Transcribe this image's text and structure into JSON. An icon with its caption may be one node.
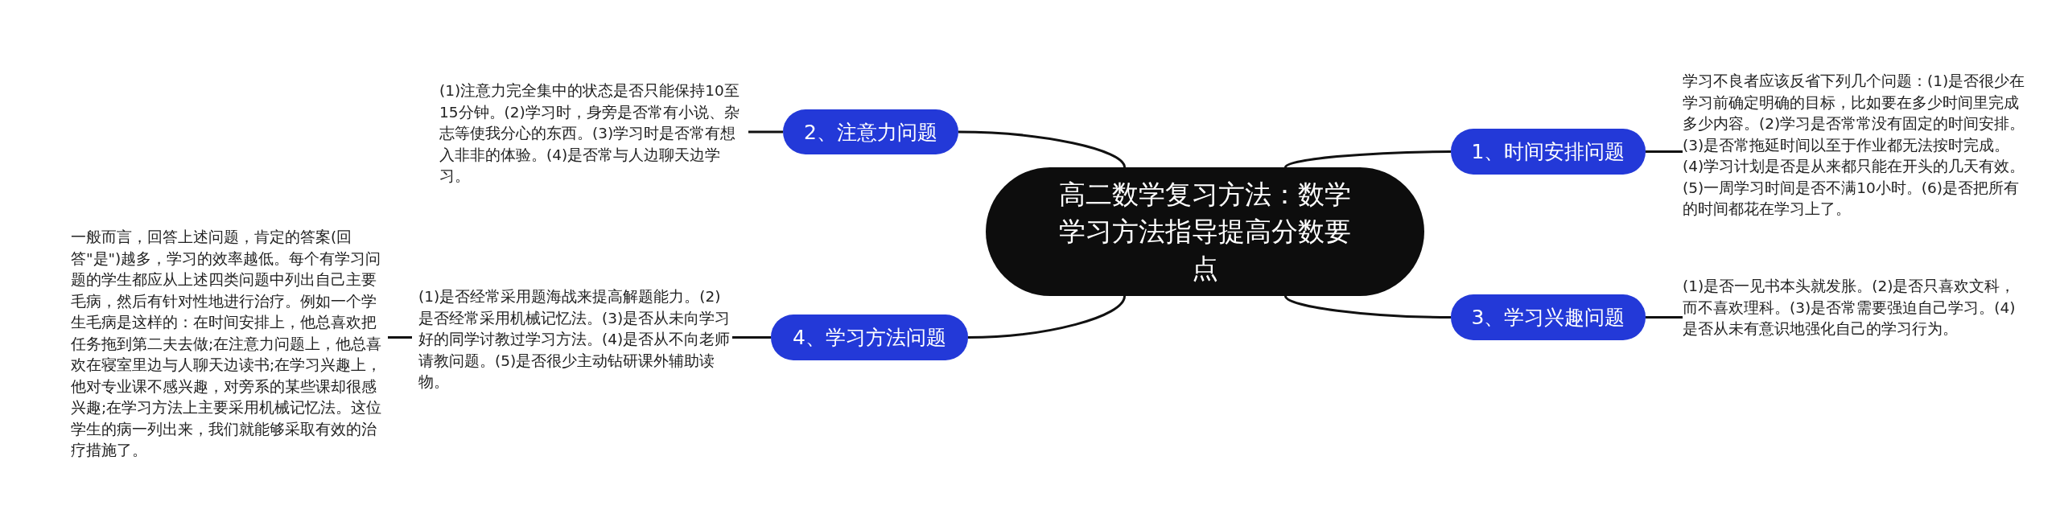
{
  "diagram": {
    "nodes": [
      {
        "text": [
          "高二数学复习方法：数学学习方法指导提高分数要点"
        ]
      },
      {
        "text": [
          "1、时间安排问题"
        ]
      },
      {
        "text": [
          "学习不良者应该反省下列几个问题：(1)是否很少在学习前确定明确的目标，比如要在多少时间里完成多少内容。(2)学习是否常常没有固定的时间安排。(3)是否常拖延时间以至于作业都无法按时完成。(4)学习计划是否是从来都只能在开头的几天有效。(5)一周学习时间是否不满10小时。(6)是否把所有的时间都花在学习上了。"
        ]
      },
      {
        "text": [
          "2、注意力问题"
        ]
      },
      {
        "text": [
          "(1)注意力完全集中的状态是否只能保持10至15分钟。(2)学习时，身旁是否常有小说、杂志等使我分心的东西。(3)学习时是否常有想入非非的体验。(4)是否常与人边聊天边学习。"
        ]
      },
      {
        "text": [
          "3、学习兴趣问题"
        ]
      },
      {
        "text": [
          "(1)是否一见书本头就发胀。(2)是否只喜欢文科，而不喜欢理科。(3)是否常需要强迫自己学习。(4)是否从未有意识地强化自己的学习行为。"
        ]
      },
      {
        "text": [
          "4、学习方法问题"
        ]
      },
      {
        "text": [
          "(1)是否经常采用题海战来提高解题能力。(2)是否经常采用机械记忆法。(3)是否从未向学习好的同学讨教过学习方法。(4)是否从不向老师请教问题。(5)是否很少主动钻研课外辅助读物。"
        ]
      },
      {
        "text": [
          "一般而言，回答上述问题，肯定的答案(回答\"是\")越多，学习的效率越低。每个有学习问题的学生都应从上述四类问题中列出自己主要毛病，然后有针对性地进行治疗。例如一个学生毛病是这样的：在时间安排上，他总喜欢把任务拖到第二夫去做;在注意力问题上，他总喜欢在寝室里边与人聊天边读书;在学习兴趣上，他对专业课不感兴趣，对旁系的某些课却很感兴趣;在学习方法上主要采用机械记忆法。这位学生的病一列出来，我们就能够采取有效的治疗措施了。"
        ]
      }
    ],
    "edges": [
      {
        "from": 0,
        "to": 1,
        "arrow": "none"
      },
      {
        "from": 1,
        "to": 2,
        "arrow": "none"
      },
      {
        "from": 0,
        "to": 3,
        "arrow": "none"
      },
      {
        "from": 3,
        "to": 4,
        "arrow": "none"
      },
      {
        "from": 0,
        "to": 5,
        "arrow": "none"
      },
      {
        "from": 5,
        "to": 6,
        "arrow": "none"
      },
      {
        "from": 0,
        "to": 7,
        "arrow": "none"
      },
      {
        "from": 7,
        "to": 8,
        "arrow": "none"
      },
      {
        "from": 8,
        "to": 9,
        "arrow": "none"
      }
    ]
  }
}
